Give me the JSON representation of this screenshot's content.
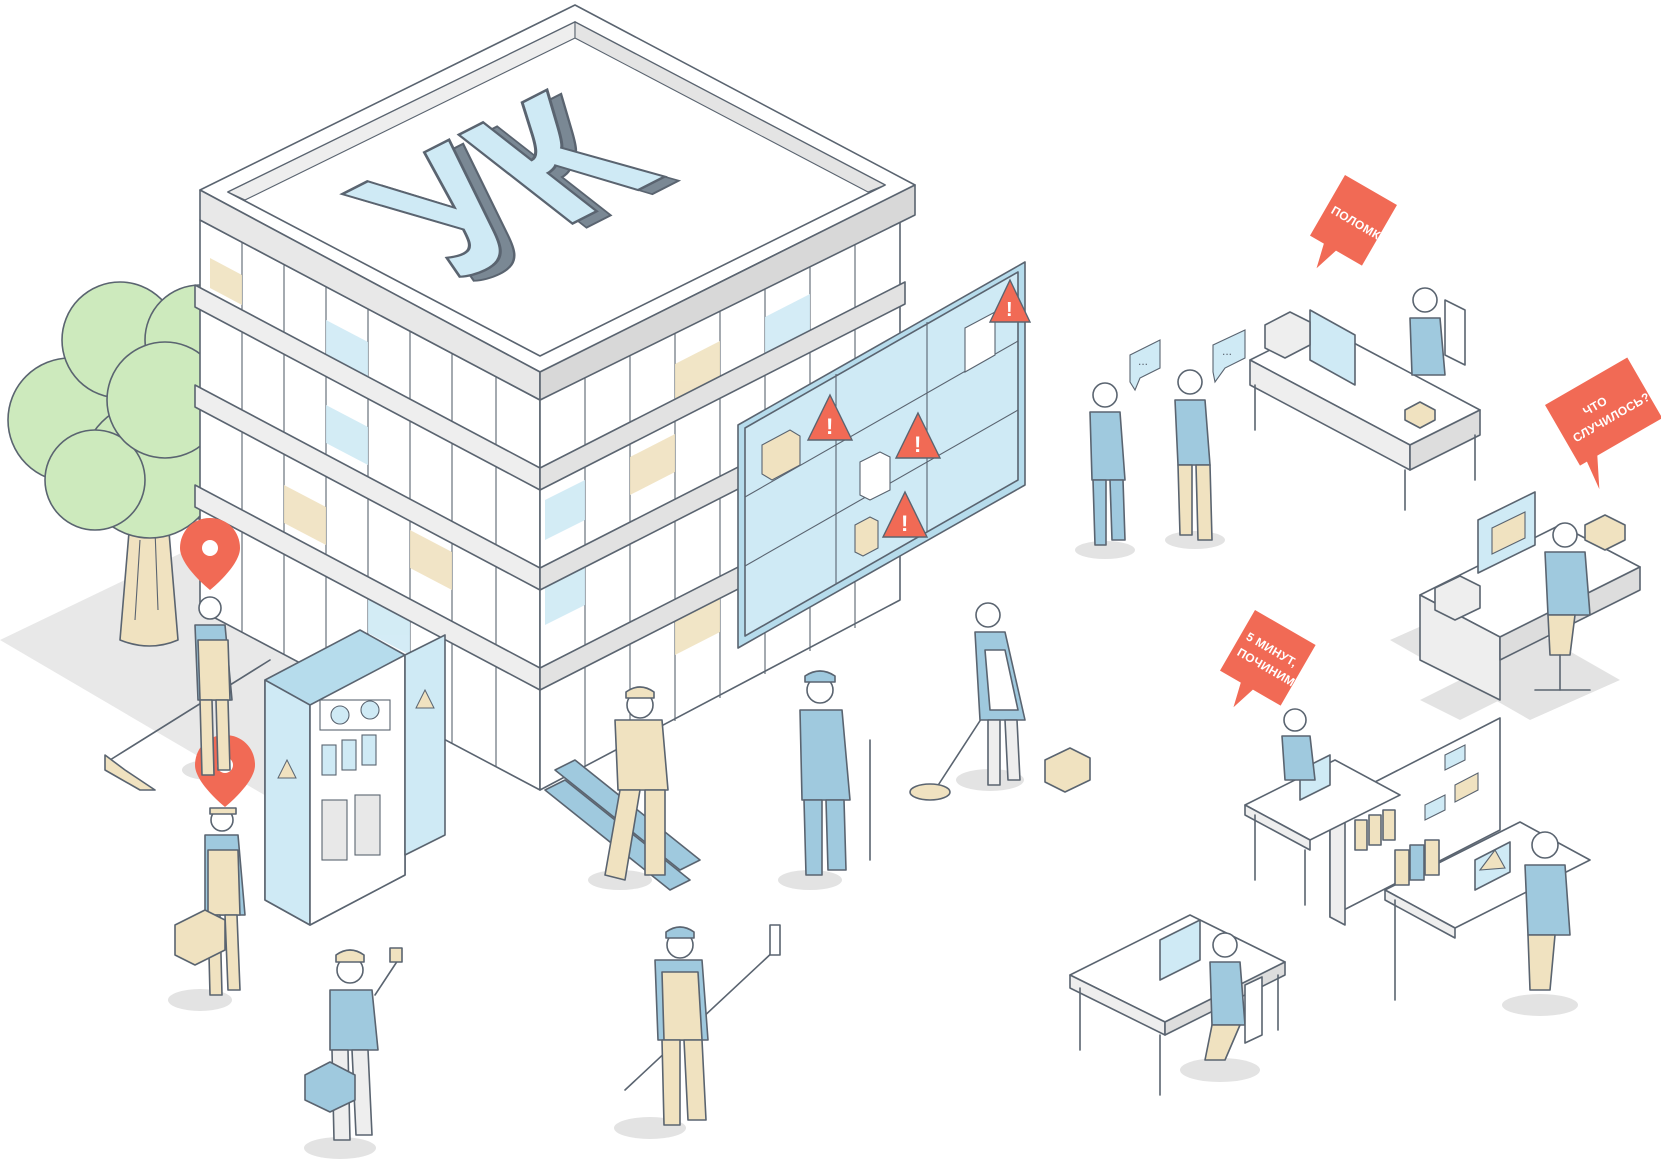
{
  "building": {
    "logo_text": "УК"
  },
  "bubbles": {
    "breakdown": "ПОЛОМКА",
    "what_happened": [
      "ЧТО",
      "СЛУЧИЛОСЬ?"
    ],
    "five_minutes": [
      "5 МИНУТ,",
      "ПОЧИНИМ"
    ]
  },
  "chat_bubbles": {
    "left": "...",
    "right": "..."
  },
  "colors": {
    "accent": "#f16a55",
    "light_blue": "#cfeaf5",
    "blue_body": "#9fc9de",
    "beige": "#f0e2c0",
    "khaki": "#e6d6a8",
    "tree_green": "#cdeabd",
    "outline": "#5a6470",
    "shadow": "#d9d9d9",
    "wall_grey": "#eeeeee"
  },
  "icons": [
    "map-pin-icon",
    "warning-icon",
    "electric-hazard-icon",
    "laptop-icon",
    "phone-icon",
    "printer-icon"
  ]
}
